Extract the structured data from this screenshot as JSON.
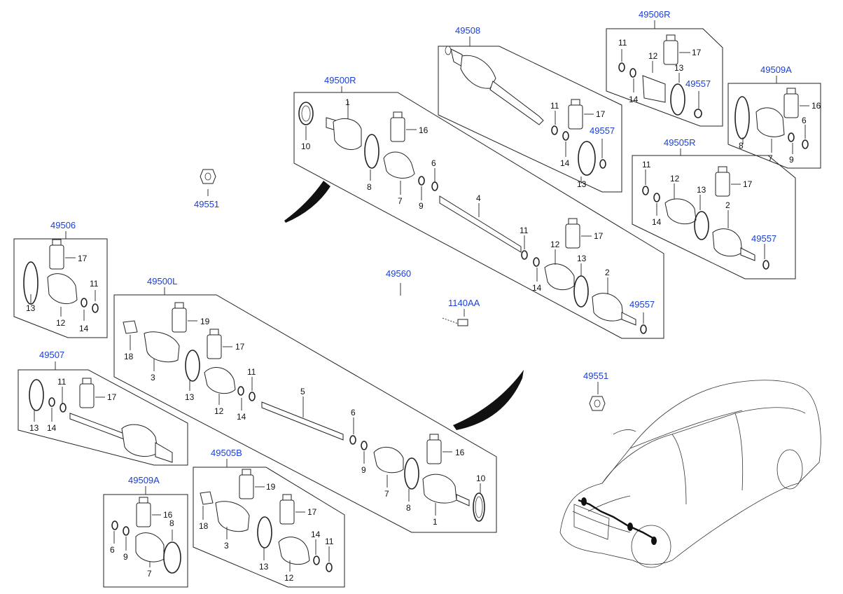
{
  "assemblies": [
    {
      "key": "49506R",
      "label": "49506R"
    },
    {
      "key": "49508",
      "label": "49508"
    },
    {
      "key": "49509A_r",
      "label": "49509A"
    },
    {
      "key": "49500R",
      "label": "49500R"
    },
    {
      "key": "49505R",
      "label": "49505R"
    },
    {
      "key": "49551_a",
      "label": "49551"
    },
    {
      "key": "49506",
      "label": "49506"
    },
    {
      "key": "49560",
      "label": "49560"
    },
    {
      "key": "1140AA",
      "label": "1140AA"
    },
    {
      "key": "49500L",
      "label": "49500L"
    },
    {
      "key": "49507",
      "label": "49507"
    },
    {
      "key": "49551_b",
      "label": "49551"
    },
    {
      "key": "49505B",
      "label": "49505B"
    },
    {
      "key": "49509A_l",
      "label": "49509A"
    }
  ],
  "sub_labels": {
    "c49557": "49557"
  },
  "numbers": {
    "n1": "1",
    "n2": "2",
    "n3": "3",
    "n4": "4",
    "n5": "5",
    "n6": "6",
    "n7": "7",
    "n8": "8",
    "n9": "9",
    "n10": "10",
    "n11": "11",
    "n12": "12",
    "n13": "13",
    "n14": "14",
    "n16": "16",
    "n17": "17",
    "n18": "18",
    "n19": "19"
  },
  "colors": {
    "assembly_label": "#1a3fd6",
    "part_number": "#111111",
    "line": "#222222"
  }
}
